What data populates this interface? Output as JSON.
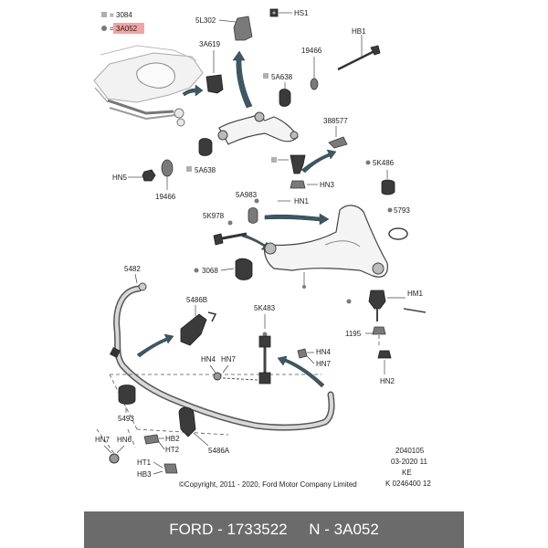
{
  "legend": [
    {
      "code": "3084",
      "color": "#b0b0b0",
      "shape": "square"
    },
    {
      "code": "3A052",
      "color": "#7a7a7a",
      "shape": "circle",
      "highlight": "#f4a3a3"
    }
  ],
  "legend_eq": "=",
  "labels": {
    "l5L302": "5L302",
    "lHS1": "HS1",
    "l3A619": "3A619",
    "l19466a": "19466",
    "lHB1": "HB1",
    "l5A638a": "5A638",
    "l388577": "388577",
    "lHN5": "HN5",
    "l5A638b": "5A638",
    "l19466b": "19466",
    "lHN3": "HN3",
    "l5K486": "5K486",
    "l5A983": "5A983",
    "lHN1": "HN1",
    "l5K978": "5K978",
    "l5793": "5793",
    "l3068": "3068",
    "l5482": "5482",
    "l5486B": "5486B",
    "l5K483": "5K483",
    "lHM1": "HM1",
    "l1195": "1195",
    "lHN4a": "HN4",
    "lHN7a": "HN7",
    "lHN4b": "HN4",
    "lHN7b": "HN7",
    "lHN2": "HN2",
    "l5493": "5493",
    "lHN7c": "HN7",
    "lHN6": "HN6",
    "lHB2": "HB2",
    "lHT2": "HT2",
    "l5486A": "5486A",
    "lHT1": "HT1",
    "lHB3": "HB3"
  },
  "info_block": [
    "2040105",
    "03-2020 11",
    "KE",
    "K 0246400 12"
  ],
  "copyright": "©Copyright, 2011 - 2020, Ford Motor Company Limited",
  "footer": {
    "left": "FORD - 1733522",
    "right": "N - 3A052"
  }
}
